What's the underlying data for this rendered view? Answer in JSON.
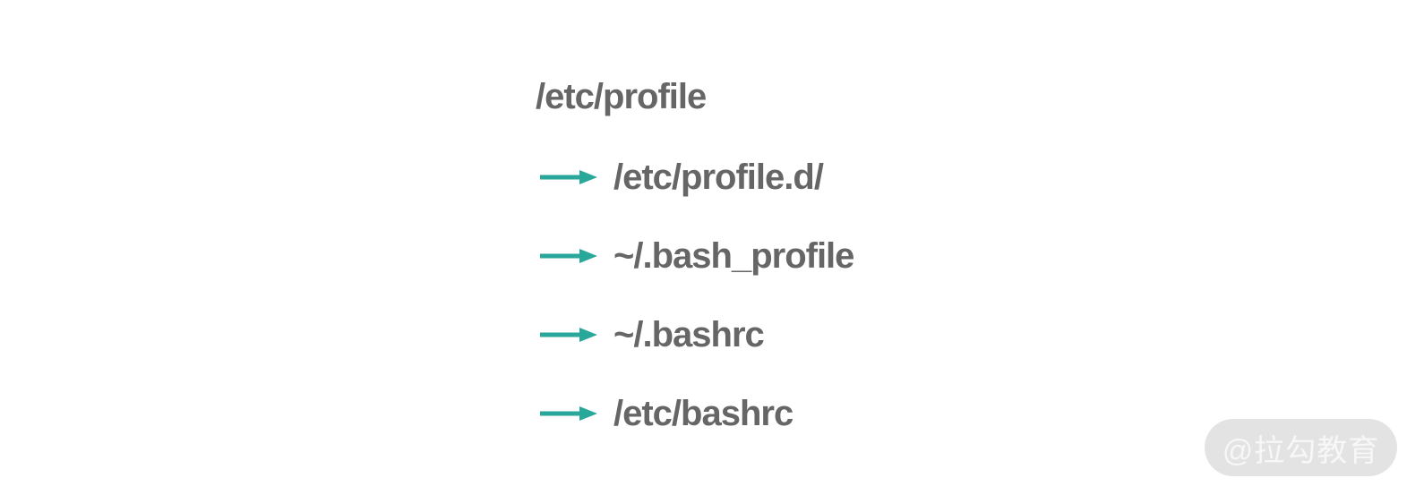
{
  "diagram": {
    "root_file": "/etc/profile",
    "children": [
      {
        "label": "/etc/profile.d/"
      },
      {
        "label": "~/.bash_profile"
      },
      {
        "label": "~/.bashrc"
      },
      {
        "label": "/etc/bashrc"
      }
    ]
  },
  "watermark": {
    "text": "@拉勾教育"
  },
  "colors": {
    "text": "#666666",
    "arrow": "#29a79a",
    "watermark_bg": "#e3e3e3",
    "watermark_text": "#f7f7f7"
  },
  "icons": {
    "arrow": "arrow-right-icon"
  }
}
